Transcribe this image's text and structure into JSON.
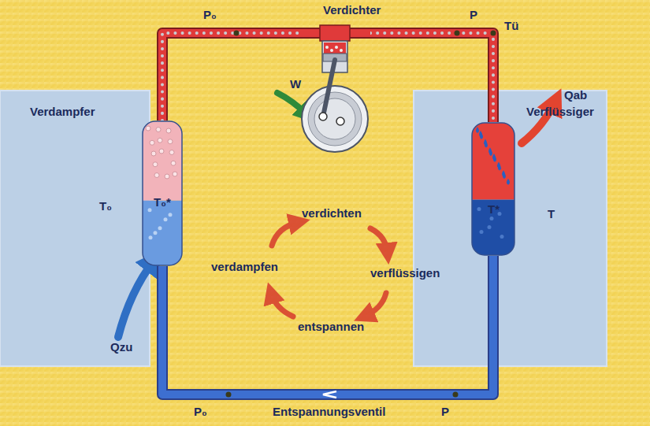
{
  "diagram": {
    "nodes": [
      {
        "text": [
          "Verdampfer",
          "T₀"
        ]
      },
      {
        "text": [
          "T₀*"
        ],
        "in": 0
      },
      {
        "text": [
          "Verflüssiger",
          "T"
        ]
      },
      {
        "text": [
          "T*"
        ],
        "in": 2
      },
      {
        "text": [
          "Verdichter"
        ]
      },
      {
        "text": [
          "Entspannungsventil"
        ]
      }
    ],
    "edges": [
      {
        "from": 1,
        "to": 4,
        "arrow": "none"
      },
      {
        "from": 4,
        "to": 3,
        "arrow": "none"
      },
      {
        "from": 3,
        "to": 5,
        "arrow": "none"
      },
      {
        "from": 5,
        "to": 1,
        "arrow": "none"
      }
    ],
    "labels": [
      "P₀",
      "P",
      "Tü",
      "W",
      "Qzu",
      "Qab",
      "verdichten",
      "verflüssigen",
      "entspannen",
      "verdampfen",
      "P₀",
      "P"
    ]
  }
}
